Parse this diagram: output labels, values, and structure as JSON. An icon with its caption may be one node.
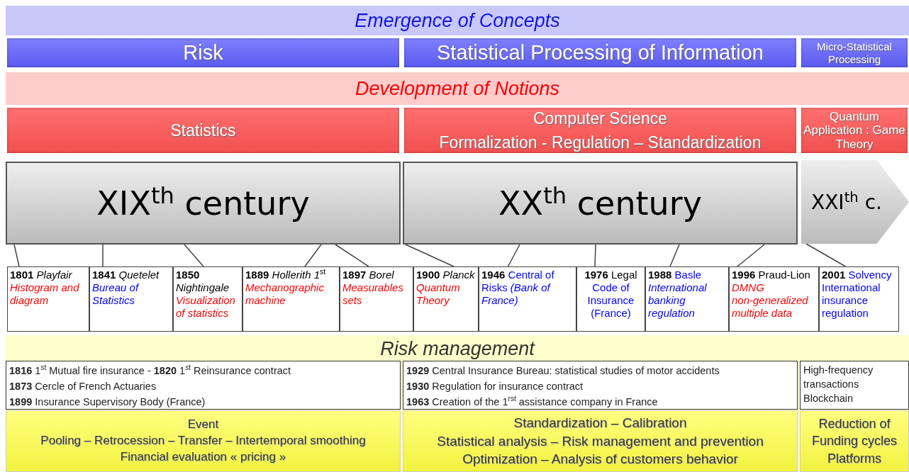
{
  "diagram": {
    "nodes": [
      {
        "text": [
          "Emergence of Concepts"
        ]
      },
      {
        "text": [
          "Risk"
        ]
      },
      {
        "text": [
          "Statistical Processing of Information"
        ]
      },
      {
        "text": [
          "Micro-Statistical Processing"
        ]
      },
      {
        "text": [
          "Development of Notions"
        ]
      },
      {
        "text": [
          "Statistics"
        ]
      },
      {
        "text": [
          "Computer Science",
          "Formalization - Regulation – Standardization"
        ]
      },
      {
        "text": [
          "Quantum Application : Game Theory"
        ]
      },
      {
        "text": [
          "XIX$^{th}$ century"
        ]
      },
      {
        "text": [
          "XX$^{th}$ century"
        ]
      },
      {
        "text": [
          "XXI$^{th}$ c."
        ]
      },
      {
        "text": [
          "**1801** *Playfair*",
          "Histogram and diagram"
        ]
      },
      {
        "text": [
          "**1841** *Quetelet*",
          "Bureau of Statistics"
        ]
      },
      {
        "text": [
          "**1850** *Nightingale*",
          "Visualization of statistics"
        ]
      },
      {
        "text": [
          "**1889** *Hollerith 1*$^{st}$",
          "Mechanographic machine"
        ]
      },
      {
        "text": [
          "**1897** *Borel*",
          "Measurables sets"
        ]
      },
      {
        "text": [
          "**1900** *Planck*",
          "Quantum Theory"
        ]
      },
      {
        "text": [
          "**1946**",
          "Central of Risks *(Bank of France)*"
        ]
      },
      {
        "text": [
          "**1976** Legal",
          "Code of Insurance (France)"
        ]
      },
      {
        "text": [
          "**1988**",
          "Basle",
          "International banking regulation"
        ]
      },
      {
        "text": [
          "**1996** Praud-Lion",
          "DMNG",
          "non-generalized multiple data"
        ]
      },
      {
        "text": [
          "**2001**",
          "Solvency",
          "International insurance regulation"
        ]
      },
      {
        "text": [
          "Risk management"
        ]
      },
      {
        "text": [
          "**1816** 1$^{st}$ Mutual fire insurance - **1820** 1$^{st}$ Reinsurance contract",
          "**1873** Cercle of French Actuaries",
          "**1899** Insurance Supervisory Body (France)"
        ],
        "in": 22
      },
      {
        "text": [
          "**1929** Central Insurance Bureau: statistical studies of motor accidents",
          "**1930** Regulation for insurance contract",
          "**1963** Creation of the 1$^{rst}$ assistance company in France"
        ],
        "in": 22
      },
      {
        "text": [
          "High-frequency transactions",
          "Blockchain"
        ],
        "in": 22
      },
      {
        "text": [
          "Event",
          "Pooling – Retrocession – Transfer – Intertemporal smoothing",
          "Financial evaluation « pricing »"
        ],
        "in": 22
      },
      {
        "text": [
          "Standardization – Calibration",
          "Statistical analysis – Risk management and prevention",
          "Optimization – Analysis of customers behavior"
        ],
        "in": 22
      },
      {
        "text": [
          "Reduction of Funding cycles",
          "Platforms"
        ],
        "in": 22
      }
    ],
    "edges": [
      {
        "from": 11,
        "to": 8,
        "arrow": "none"
      },
      {
        "from": 12,
        "to": 8,
        "arrow": "none"
      },
      {
        "from": 13,
        "to": 8,
        "arrow": "none"
      },
      {
        "from": 14,
        "to": 8,
        "arrow": "none"
      },
      {
        "from": 15,
        "to": 8,
        "arrow": "none"
      },
      {
        "from": 16,
        "to": 9,
        "arrow": "none"
      },
      {
        "from": 17,
        "to": 9,
        "arrow": "none"
      },
      {
        "from": 18,
        "to": 9,
        "arrow": "none"
      },
      {
        "from": 19,
        "to": 9,
        "arrow": "none"
      },
      {
        "from": 20,
        "to": 9,
        "arrow": "none"
      },
      {
        "from": 21,
        "to": 10,
        "arrow": "none"
      }
    ]
  }
}
